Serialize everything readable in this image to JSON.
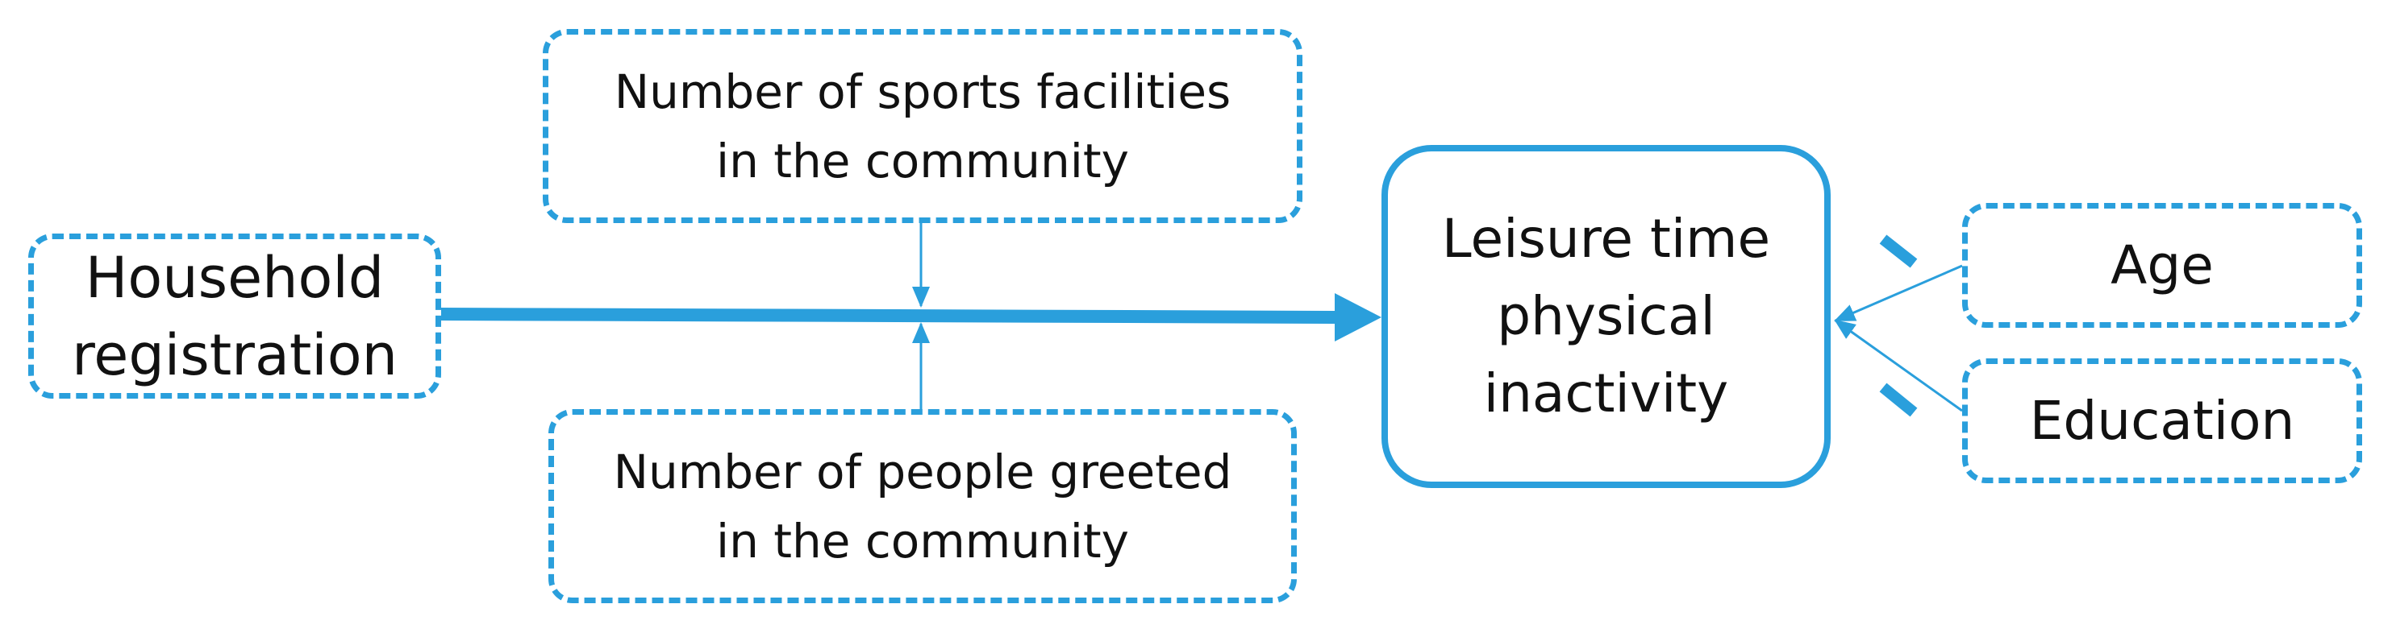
{
  "diagram": {
    "nodes": {
      "exposure": {
        "lines": [
          "Household",
          "registration"
        ]
      },
      "moderator_facilities": {
        "lines": [
          "Number of sports facilities",
          "in the community"
        ]
      },
      "moderator_greetings": {
        "lines": [
          "Number of people greeted",
          "in the community"
        ]
      },
      "outcome": {
        "lines": [
          "Leisure time",
          "physical",
          "inactivity"
        ]
      },
      "covariate_age": {
        "lines": [
          "Age"
        ]
      },
      "covariate_education": {
        "lines": [
          "Education"
        ]
      }
    },
    "edges": [
      {
        "from": "exposure",
        "to": "outcome",
        "style": "thick-solid-arrow"
      },
      {
        "from": "moderator_facilities",
        "to": "exposure-outcome path",
        "style": "thin-arrow"
      },
      {
        "from": "moderator_greetings",
        "to": "exposure-outcome path",
        "style": "thin-arrow"
      },
      {
        "from": "covariate_age",
        "to": "outcome",
        "style": "thin-arrow",
        "sign": "negative"
      },
      {
        "from": "covariate_education",
        "to": "outcome",
        "style": "thin-arrow",
        "sign": "negative"
      }
    ],
    "colors": {
      "accent": "#2a9fdc",
      "text": "#111111",
      "background": "#ffffff"
    }
  }
}
